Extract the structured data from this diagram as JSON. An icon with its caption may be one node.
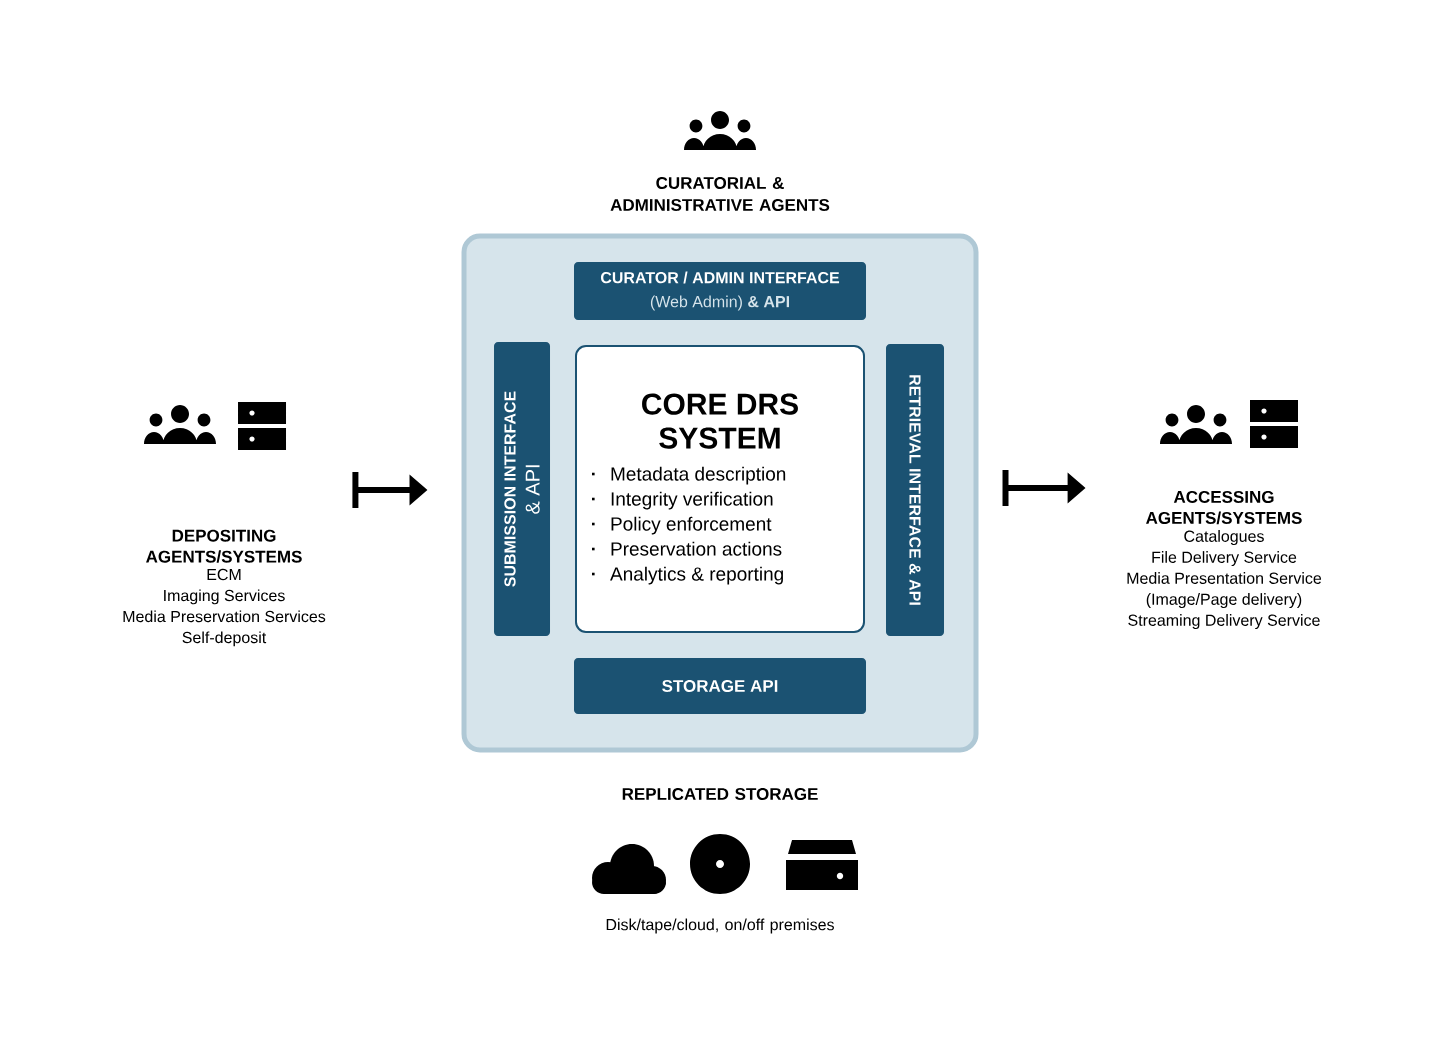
{
  "diagram": {
    "nodes": [
      {
        "text": [
          "DEPOSITING AGENTS/SYSTEMS",
          "ECM",
          "Imaging Services",
          "Media Preservation Services",
          "Self-deposit"
        ]
      },
      {
        "text": [],
        "shape": "box"
      },
      {
        "text": [
          "CURATOR / ADMIN INTERFACE",
          "(Web Admin) **& API**"
        ],
        "in": 1
      },
      {
        "text": [
          "SUBMISSION INTERFACE",
          "& API"
        ],
        "in": 1
      },
      {
        "text": [
          "CORE DRS SYSTEM",
          "Metadata description",
          "Integrity verification",
          "Policy enforcement",
          "Preservation actions",
          "Analytics & reporting"
        ],
        "in": 1
      },
      {
        "text": [
          "RETRIEVAL INTERFACE & API"
        ],
        "in": 1
      },
      {
        "text": [
          "STORAGE API"
        ],
        "in": 1
      },
      {
        "text": [
          "ACCESSING AGENTS/SYSTEMS",
          "Catalogues",
          "File Delivery Service",
          "Media Presentation Service (Image/Page delivery)",
          "Streaming Delivery Service"
        ]
      }
    ],
    "edges": [
      {
        "from": 0,
        "to": 1,
        "arrow": "to"
      },
      {
        "from": 1,
        "to": 7,
        "arrow": "to"
      }
    ],
    "labels": [
      "CURATORIAL & ADMINISTRATIVE AGENTS",
      "REPLICATED STORAGE",
      "Disk/tape/cloud, on/off premises"
    ]
  }
}
